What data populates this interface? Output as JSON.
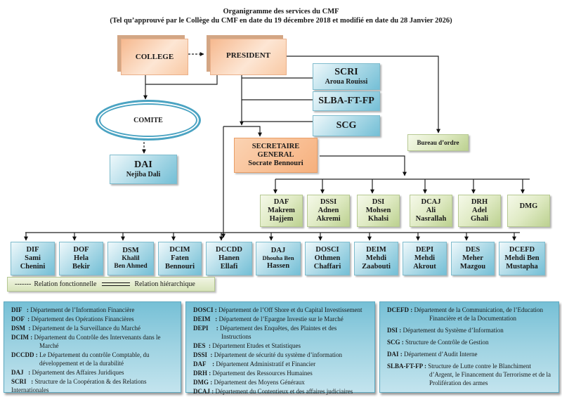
{
  "title": {
    "line1": "Organigramme des services du CMF",
    "line2": "(Tel qu’approuvé par le Collège du CMF en date du 19 décembre 2018 et modifié en date du 28 Janvier 2026)"
  },
  "top": {
    "college": "COLLEGE",
    "president": "PRESIDENT",
    "comite": "COMITE",
    "bureau_ordre": "Bureau d’ordre"
  },
  "dai": {
    "code": "DAI",
    "name": "Nejiba Dali"
  },
  "structures": [
    {
      "code": "SCRI",
      "name": "Aroua Rouissi"
    },
    {
      "code": "SLBA-FT-FP",
      "name": ""
    },
    {
      "code": "SCG",
      "name": ""
    }
  ],
  "secretaire": {
    "line1": "SECRETAIRE",
    "line2": "GENERAL",
    "name": "Socrate Bennouri"
  },
  "sg_departments": [
    {
      "code": "DAF",
      "l2": "Makrem",
      "l3": "Hajjem"
    },
    {
      "code": "DSSI",
      "l2": "Adnen",
      "l3": "Akremi"
    },
    {
      "code": "DSI",
      "l2": "Mohsen",
      "l3": "Khalsi"
    },
    {
      "code": "DCAJ",
      "l2": "Ali",
      "l3": "Nasrallah"
    },
    {
      "code": "DRH",
      "l2": "Adel",
      "l3": "Ghali"
    },
    {
      "code": "DMG",
      "l2": "",
      "l3": ""
    }
  ],
  "departments": [
    {
      "code": "DIF",
      "l2": "Sami",
      "l3": "Chenini"
    },
    {
      "code": "DOF",
      "l2": "Hela",
      "l3": "Bekir"
    },
    {
      "code": "DSM",
      "l2": "Khalil",
      "l3": "Ben Ahmed"
    },
    {
      "code": "DCIM",
      "l2": "Faten",
      "l3": "Bennouri"
    },
    {
      "code": "DCCDD",
      "l2": "Hanen",
      "l3": "Ellafi"
    },
    {
      "code": "DAJ",
      "l2": "Dhouha Ben",
      "l3": "Hassen"
    },
    {
      "code": "DOSCI",
      "l2": "Othmen",
      "l3": "Chaffari"
    },
    {
      "code": "DEIM",
      "l2": "Mehdi",
      "l3": "Zaabouti"
    },
    {
      "code": "DEPI",
      "l2": "Mehdi",
      "l3": "Akrout"
    },
    {
      "code": "DES",
      "l2": "Meher",
      "l3": "Mazgou"
    },
    {
      "code": "DCEFD",
      "l2": "Mehdi Ben",
      "l3": "Mustapha"
    }
  ],
  "legend": {
    "functional_symbol": "-------",
    "functional": "Relation fonctionnelle",
    "hierarchical": "Relation hiérarchique"
  },
  "glossary": {
    "col1": [
      {
        "code": "DIF",
        "sep": "   : ",
        "text": "Département de l’Information Financière",
        "cont": ""
      },
      {
        "code": "DOF",
        "sep": "  : ",
        "text": "Département des Opérations Financières",
        "cont": ""
      },
      {
        "code": "DSM",
        "sep": "  : ",
        "text": "Département de la Surveillance du Marché",
        "cont": ""
      },
      {
        "code": "DCIM",
        "sep": " : ",
        "text": "Département du Contrôle des Intervenants dans le",
        "cont": "Marché"
      },
      {
        "code": "DCCDD",
        "sep": " : ",
        "text": "Le Département du contrôle Comptable, du",
        "cont": "développement et de la durabilité"
      },
      {
        "code": "DAJ",
        "sep": "   : ",
        "text": "Département des Affaires Juridiques",
        "cont": ""
      },
      {
        "code": "SCRI",
        "sep": "   : ",
        "text": "Structure de la Coopération & des Relations",
        "cont": "Internationales"
      }
    ],
    "col2": [
      {
        "code": "DOSCI",
        "sep": " : ",
        "text": "Département de l’Off Shore et du Capital Investissement",
        "cont": ""
      },
      {
        "code": "DEIM",
        "sep": "   : ",
        "text": "Département de l’Epargne Investie sur le Marché",
        "cont": ""
      },
      {
        "code": "DEPI",
        "sep": "     : ",
        "text": "Département des Enquêtes, des Plaintes et des",
        "cont": "Instructions"
      },
      {
        "code": "DES",
        "sep": "  : ",
        "text": "Département Etudes et Statistiques",
        "cont": ""
      },
      {
        "code": "DSSI",
        "sep": "  : ",
        "text": "Département de sécurité du système d’information",
        "cont": ""
      },
      {
        "code": "DAF",
        "sep": "    : ",
        "text": "Département Administratif et Financier",
        "cont": ""
      },
      {
        "code": "DRH",
        "sep": " : ",
        "text": "Département des Ressources Humaines",
        "cont": ""
      },
      {
        "code": "DMG",
        "sep": " : ",
        "text": "Département des Moyens Généraux",
        "cont": ""
      },
      {
        "code": "DCAJ",
        "sep": " : ",
        "text": "Département du Contentieux et des affaires judiciaires",
        "cont": ""
      }
    ],
    "col3": [
      {
        "code": "DCEFD",
        "sep": " : ",
        "text": "Département de la Communication, de l’Education",
        "cont": "Financière et de la Documentation"
      },
      {
        "code": "DSI",
        "sep": " : ",
        "text": "Département du Système d’Information",
        "cont": ""
      },
      {
        "code": "SCG",
        "sep": " : ",
        "text": "Structure de Contrôle de Gestion",
        "cont": ""
      },
      {
        "code": "DAI",
        "sep": " : ",
        "text": "Département d’Audit Interne",
        "cont": ""
      },
      {
        "code": "SLBA-FT-FP",
        "sep": " : ",
        "text": "Structure de Lutte contre le Blanchiment",
        "cont": "d’Argent, le Financement du Terrorisme et de la  Prolifération des armes"
      }
    ]
  },
  "colors": {
    "peach": "#f9c9a4",
    "blue": "#a9d8e6",
    "green": "#dfeac3",
    "orange": "#f6b07d",
    "glossary": "#9fd3e2"
  }
}
